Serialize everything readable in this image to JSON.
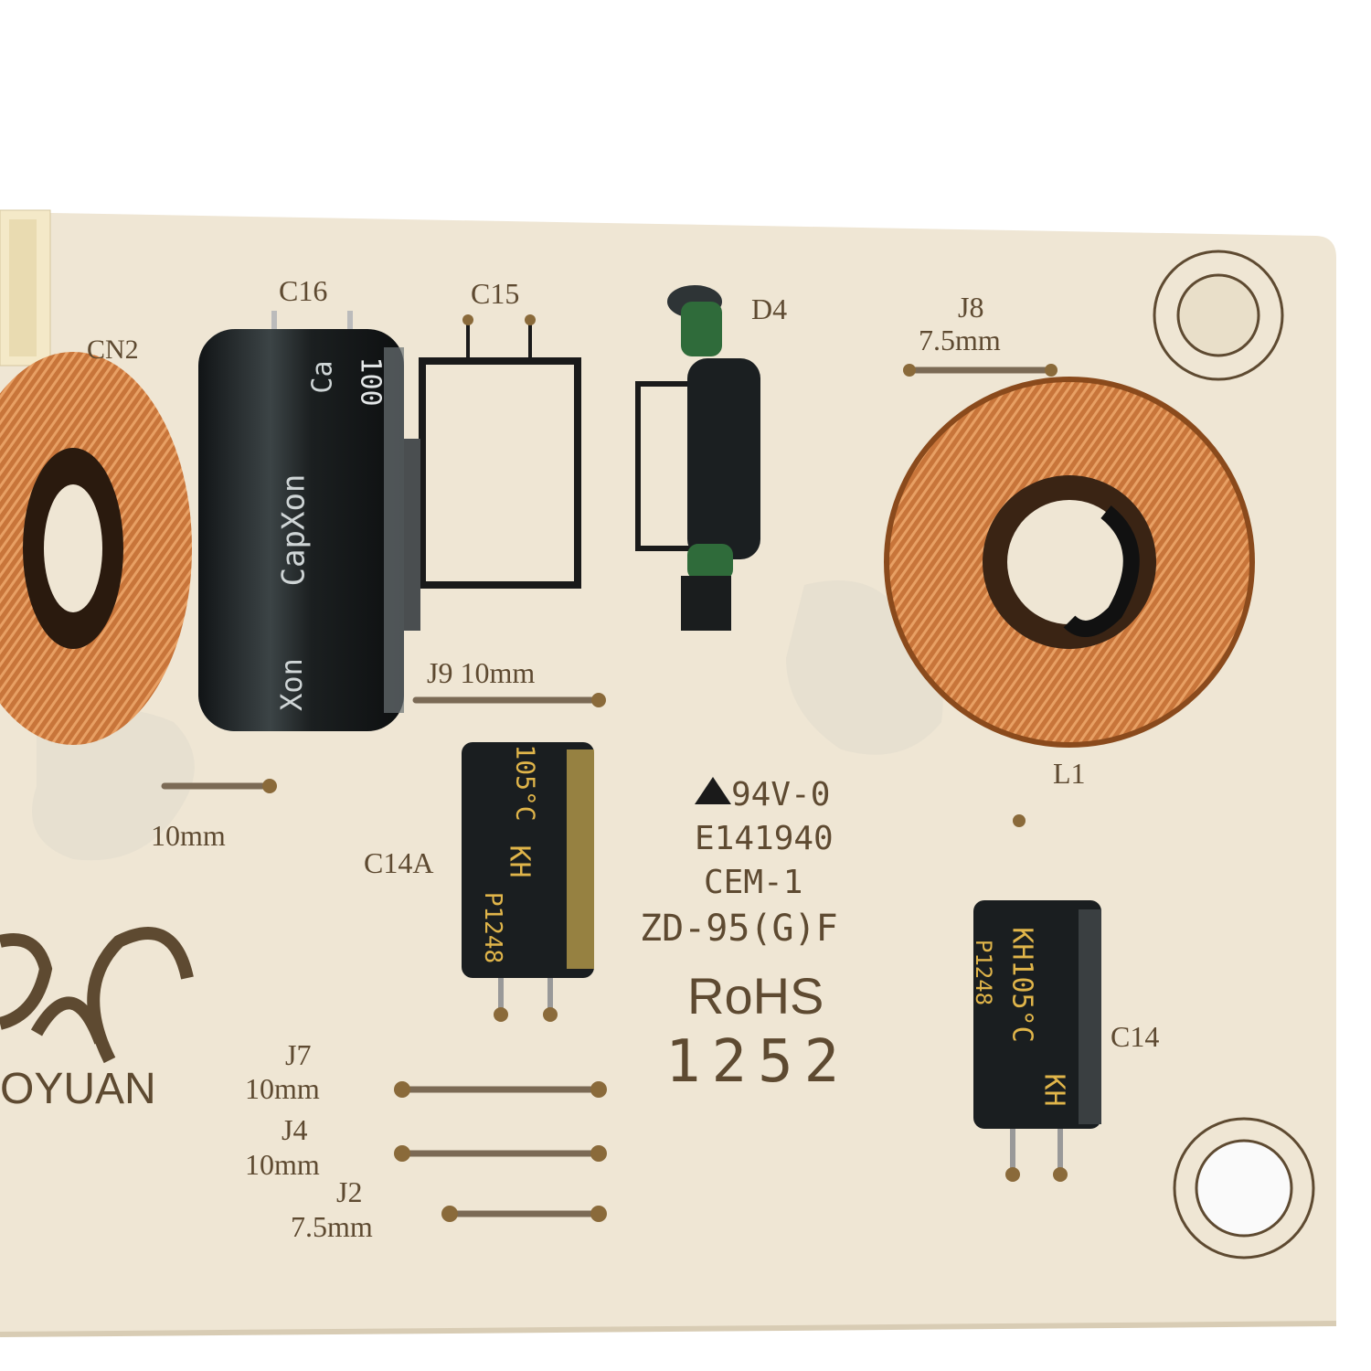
{
  "photo": {
    "subject": "LED driver circuit board close-up",
    "colors": {
      "board": "#efe6d4",
      "silkscreen": "#5e4a31",
      "copper": "#c8753a",
      "capacitor": "#1f2324",
      "glue": "#e7e0d0"
    }
  },
  "silkscreen": {
    "cn2": "CN2",
    "c16": "C16",
    "c15": "C15",
    "d4": "D4",
    "j8": "J8",
    "j8_size": "7.5mm",
    "j9": "J9 10mm",
    "left_jumper_size": "10mm",
    "l1": "L1",
    "c14a": "C14A",
    "c14": "C14",
    "flammability": "94V-0",
    "ul_number": "E141940",
    "material": "CEM-1",
    "board_code": "ZD-95(G)F",
    "rohs": "RoHS",
    "date_code": "1252",
    "j7": "J7",
    "j7_size": "10mm",
    "j4": "J4",
    "j4_size": "10mm",
    "j2": "J2",
    "j2_size": "7.5mm",
    "brand_fragment": "OYUAN"
  },
  "capacitor_prints": {
    "c16_brand": "CapXon",
    "c16_brand_fragment": "Xon",
    "c16_brand_edge": "Ca",
    "c16_rating": "100",
    "c14a_temp": "105°C",
    "c14a_brand": "KH",
    "c14a_lot": "P1248",
    "c14_temp": "KH105°C",
    "c14_lot": "P1248",
    "c14_brand": "KH"
  }
}
